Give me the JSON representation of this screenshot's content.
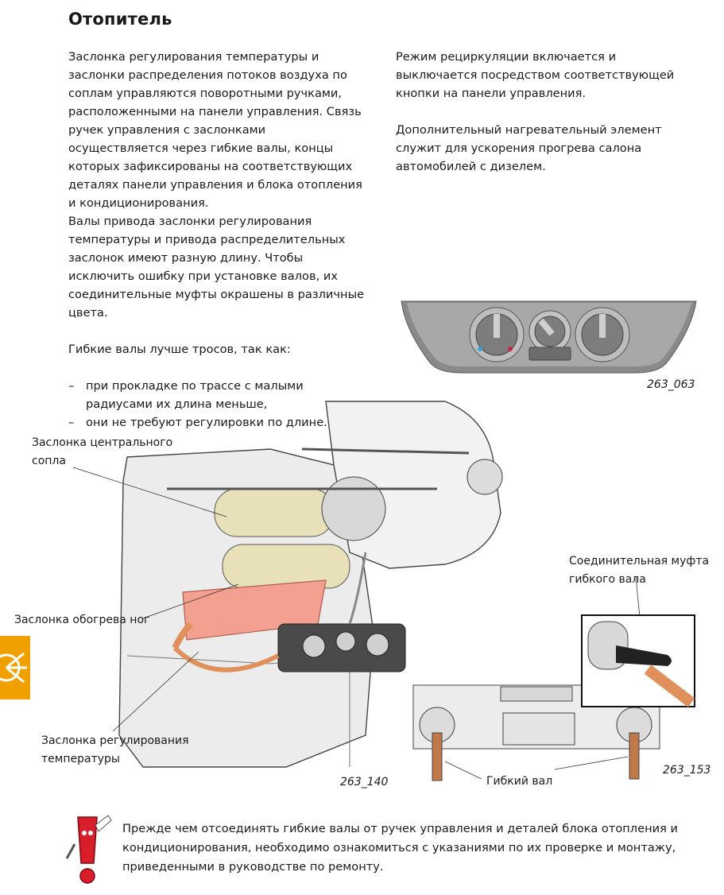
{
  "title": "Отопитель",
  "left_column": {
    "paragraph_1": [
      "Заслонка регулирования температуры и",
      "заслонки распределения потоков воздуха по",
      "соплам управляются поворотными ручками,",
      "расположенными на панели управления. Связь",
      "ручек управления с заслонками",
      "осуществляется через гибкие валы, концы",
      "которых зафиксированы на соответствующих",
      "деталях панели управления и блока отопления",
      "и кондиционирования."
    ],
    "paragraph_2": [
      "Валы привода заслонки регулирования",
      "температуры и привода распределительных",
      "заслонок имеют разную длину. Чтобы",
      "исключить ошибку при установке валов, их",
      "соединительные муфты окрашены в различные",
      "цвета."
    ],
    "intro": "Гибкие валы лучше тросов, так как:",
    "bullet_marker": "–",
    "bullets": [
      [
        "при прокладке по трассе с малыми",
        "радиусами их длина меньше,"
      ],
      [
        "они не требуют регулировки по длине."
      ]
    ]
  },
  "right_column": {
    "paragraph_1": [
      "Режим рециркуляции включается и",
      "выключается посредством соответствующей",
      "кнопки на панели управления."
    ],
    "paragraph_2": [
      "Дополнительный нагревательный элемент",
      "служит для ускорения прогрева салона",
      "автомобилей с дизелем."
    ]
  },
  "figures": {
    "control_panel_id": "263_063",
    "heater_id": "263_140",
    "coupling_id": "263_153"
  },
  "labels": {
    "central_nozzle_flap": [
      "Заслонка центрального",
      "сопла"
    ],
    "footwell_flap": "Заслонка обогрева ног",
    "temperature_flap": [
      "Заслонка регулирования",
      "температуры"
    ],
    "shaft_coupling": [
      "Соединительная муфта",
      "гибкого вала"
    ],
    "flexible_shaft": "Гибкий вал"
  },
  "warning_note": [
    "Прежде чем отсоединять гибкие валы от ручек управления и деталей блока отопления и",
    "кондиционирования, необходимо ознакомиться с указаниями по их проверке и монтажу,",
    "приведенными в руководстве по ремонту."
  ],
  "colors": {
    "accent_orange": "#f0a000",
    "warning_red": "#d81e2a",
    "flap_pink": "#f4a090",
    "flap_tan": "#e8e0b8",
    "coupling_orange": "#e0905a",
    "panel_gray": "#8c8c8c"
  }
}
